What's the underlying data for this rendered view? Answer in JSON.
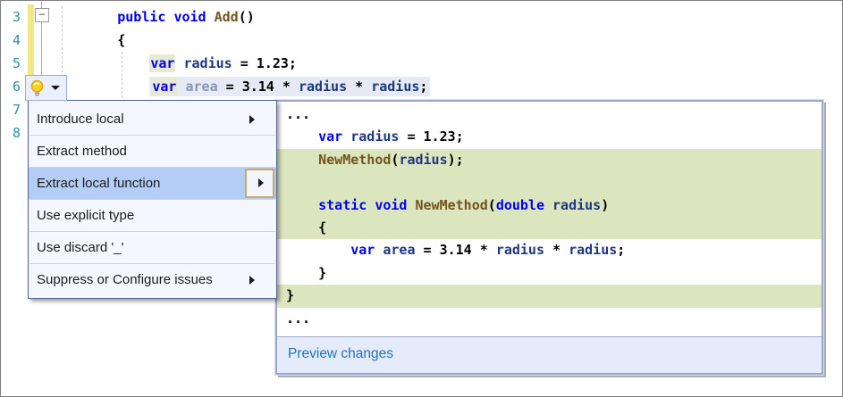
{
  "window": {
    "background": "#ffffff",
    "border_color": "#7f7f7f"
  },
  "syntax_colors": {
    "keyword": "#0000ee",
    "method_name": "#74531f",
    "identifier": "#1f377f",
    "plain": "#000000",
    "faded_identifier": "#8795b5",
    "line_number": "#2b91af"
  },
  "editor": {
    "change_bar_color": "#f2e784",
    "statement_highlight_color": "#e5eaf4",
    "var_reference_highlight_color": "#e7e9d3",
    "collapse_glyph": "−",
    "lines": [
      {
        "number": "3",
        "tokens": [
          {
            "t": "        ",
            "c": "p"
          },
          {
            "t": "public void",
            "c": "kw"
          },
          {
            "t": " ",
            "c": "p"
          },
          {
            "t": "Add",
            "c": "m"
          },
          {
            "t": "()",
            "c": "p"
          }
        ]
      },
      {
        "number": "4",
        "tokens": [
          {
            "t": "        {",
            "c": "p"
          }
        ]
      },
      {
        "number": "5",
        "tokens": [
          {
            "t": "            ",
            "c": "p"
          },
          {
            "t": "var",
            "c": "v"
          },
          {
            "t": " ",
            "c": "p"
          },
          {
            "t": "radius",
            "c": "id"
          },
          {
            "t": " = 1.23;",
            "c": "p"
          }
        ]
      },
      {
        "number": "6",
        "highlight": true,
        "indent": "            ",
        "tokens": [
          {
            "t": "var",
            "c": "v"
          },
          {
            "t": " ",
            "c": "p"
          },
          {
            "t": "area",
            "c": "f"
          },
          {
            "t": " = 3.14 * ",
            "c": "p"
          },
          {
            "t": "radius",
            "c": "id"
          },
          {
            "t": " * ",
            "c": "p"
          },
          {
            "t": "radius",
            "c": "id"
          },
          {
            "t": ";",
            "c": "p"
          }
        ]
      },
      {
        "number": "7",
        "tokens": []
      },
      {
        "number": "8",
        "tokens": []
      }
    ]
  },
  "lightbulb": {
    "bulb_color": "#ffd21c",
    "box_background": "#e9effb",
    "box_border": "#9fadcc"
  },
  "menu": {
    "background": "#f4f7fe",
    "border_color": "#53628f",
    "separator_color": "#cdd2de",
    "highlight_color": "#b4cdf4",
    "submenu_box_border_color": "#cfa85f",
    "items": [
      {
        "label": "Introduce local",
        "submenu": true,
        "highlighted": false
      },
      {
        "label": "Extract method",
        "submenu": false,
        "highlighted": false
      },
      {
        "label": "Extract local function",
        "submenu": true,
        "highlighted": true,
        "submenu_boxed": true
      },
      {
        "label": "Use explicit type",
        "submenu": false,
        "highlighted": false
      },
      {
        "label": "Use discard '_'",
        "submenu": false,
        "highlighted": false
      },
      {
        "label": "Suppress or Configure issues",
        "submenu": true,
        "highlighted": false
      }
    ]
  },
  "preview": {
    "added_line_color": "#dce6be",
    "footer": {
      "label": "Preview changes",
      "background": "#e4ebfb",
      "text_color": "#1f72b8"
    },
    "lines": [
      {
        "green": false,
        "tokens": [
          {
            "t": "...",
            "c": "p"
          }
        ]
      },
      {
        "green": false,
        "tokens": [
          {
            "t": "    ",
            "c": "p"
          },
          {
            "t": "var",
            "c": "kw"
          },
          {
            "t": " ",
            "c": "p"
          },
          {
            "t": "radius",
            "c": "id"
          },
          {
            "t": " = 1.23;",
            "c": "p"
          }
        ]
      },
      {
        "green": true,
        "tokens": [
          {
            "t": "    ",
            "c": "p"
          },
          {
            "t": "NewMethod",
            "c": "m"
          },
          {
            "t": "(",
            "c": "p"
          },
          {
            "t": "radius",
            "c": "id"
          },
          {
            "t": ");",
            "c": "p"
          }
        ]
      },
      {
        "green": true,
        "tokens": []
      },
      {
        "green": true,
        "tokens": [
          {
            "t": "    ",
            "c": "p"
          },
          {
            "t": "static void",
            "c": "kw"
          },
          {
            "t": " ",
            "c": "p"
          },
          {
            "t": "NewMethod",
            "c": "m"
          },
          {
            "t": "(",
            "c": "p"
          },
          {
            "t": "double",
            "c": "kw"
          },
          {
            "t": " ",
            "c": "p"
          },
          {
            "t": "radius",
            "c": "id"
          },
          {
            "t": ")",
            "c": "p"
          }
        ]
      },
      {
        "green": true,
        "tokens": [
          {
            "t": "    {",
            "c": "p"
          }
        ]
      },
      {
        "green": false,
        "tokens": [
          {
            "t": "        ",
            "c": "p"
          },
          {
            "t": "var",
            "c": "kw"
          },
          {
            "t": " ",
            "c": "p"
          },
          {
            "t": "area",
            "c": "id"
          },
          {
            "t": " = 3.14 * ",
            "c": "p"
          },
          {
            "t": "radius",
            "c": "id"
          },
          {
            "t": " * ",
            "c": "p"
          },
          {
            "t": "radius",
            "c": "id"
          },
          {
            "t": ";",
            "c": "p"
          }
        ]
      },
      {
        "green": false,
        "tokens": [
          {
            "t": "    }",
            "c": "p"
          }
        ]
      },
      {
        "green": true,
        "tokens": [
          {
            "t": "}",
            "c": "p"
          }
        ]
      },
      {
        "green": false,
        "tokens": [
          {
            "t": "...",
            "c": "p"
          }
        ]
      }
    ]
  }
}
